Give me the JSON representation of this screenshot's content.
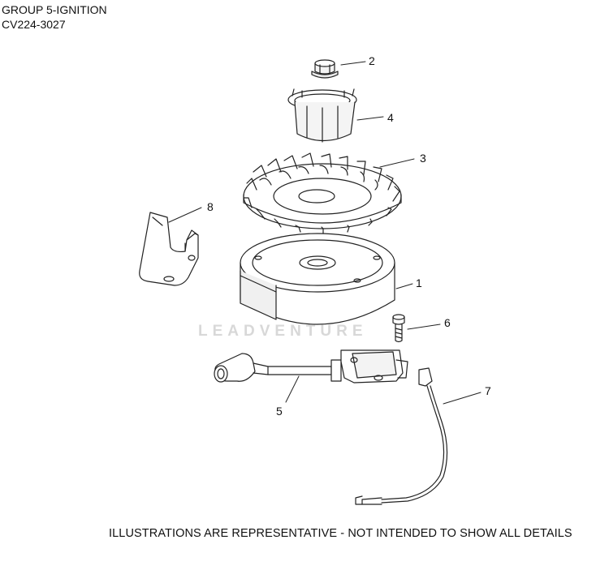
{
  "header": {
    "group": "GROUP 5-IGNITION",
    "model": "CV224-3027"
  },
  "watermark": "LEADVENTURE",
  "callouts": [
    "1",
    "2",
    "3",
    "4",
    "5",
    "6",
    "7",
    "8"
  ],
  "footer": "ILLUSTRATIONS ARE REPRESENTATIVE - NOT INTENDED TO SHOW ALL DETAILS"
}
